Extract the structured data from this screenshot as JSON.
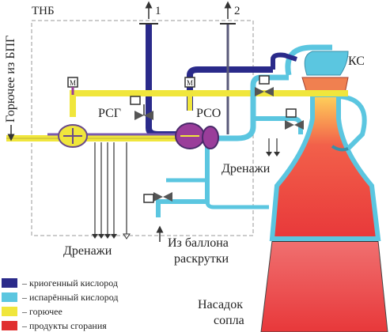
{
  "labels": {
    "tnb": "ТНБ",
    "port1": "1",
    "port2": "2",
    "fuel_from": "Горючее из БПГ",
    "rsg": "РСГ",
    "rso": "РСО",
    "ks": "КС",
    "drains_right": "Дренажи",
    "drains_bottom": "Дренажи",
    "from_balloon_line1": "Из баллона",
    "from_balloon_line2": "раскрутки",
    "nozzle_line1": "Насадок",
    "nozzle_line2": "сопла",
    "valve_m": "M"
  },
  "legend": [
    {
      "text": "– криогенный кислород",
      "color": "#2a2a8a"
    },
    {
      "text": "– испарённый кислород",
      "color": "#5bc6e0"
    },
    {
      "text": "– горючее",
      "color": "#f0e63c"
    },
    {
      "text": "– продукты сгорания",
      "color": "#e03030"
    }
  ],
  "colors": {
    "cryo_oxygen": "#2a2a8a",
    "evap_oxygen": "#5bc6e0",
    "fuel": "#f0e63c",
    "combustion": "#e03030",
    "valve": "#9a3d9a"
  }
}
